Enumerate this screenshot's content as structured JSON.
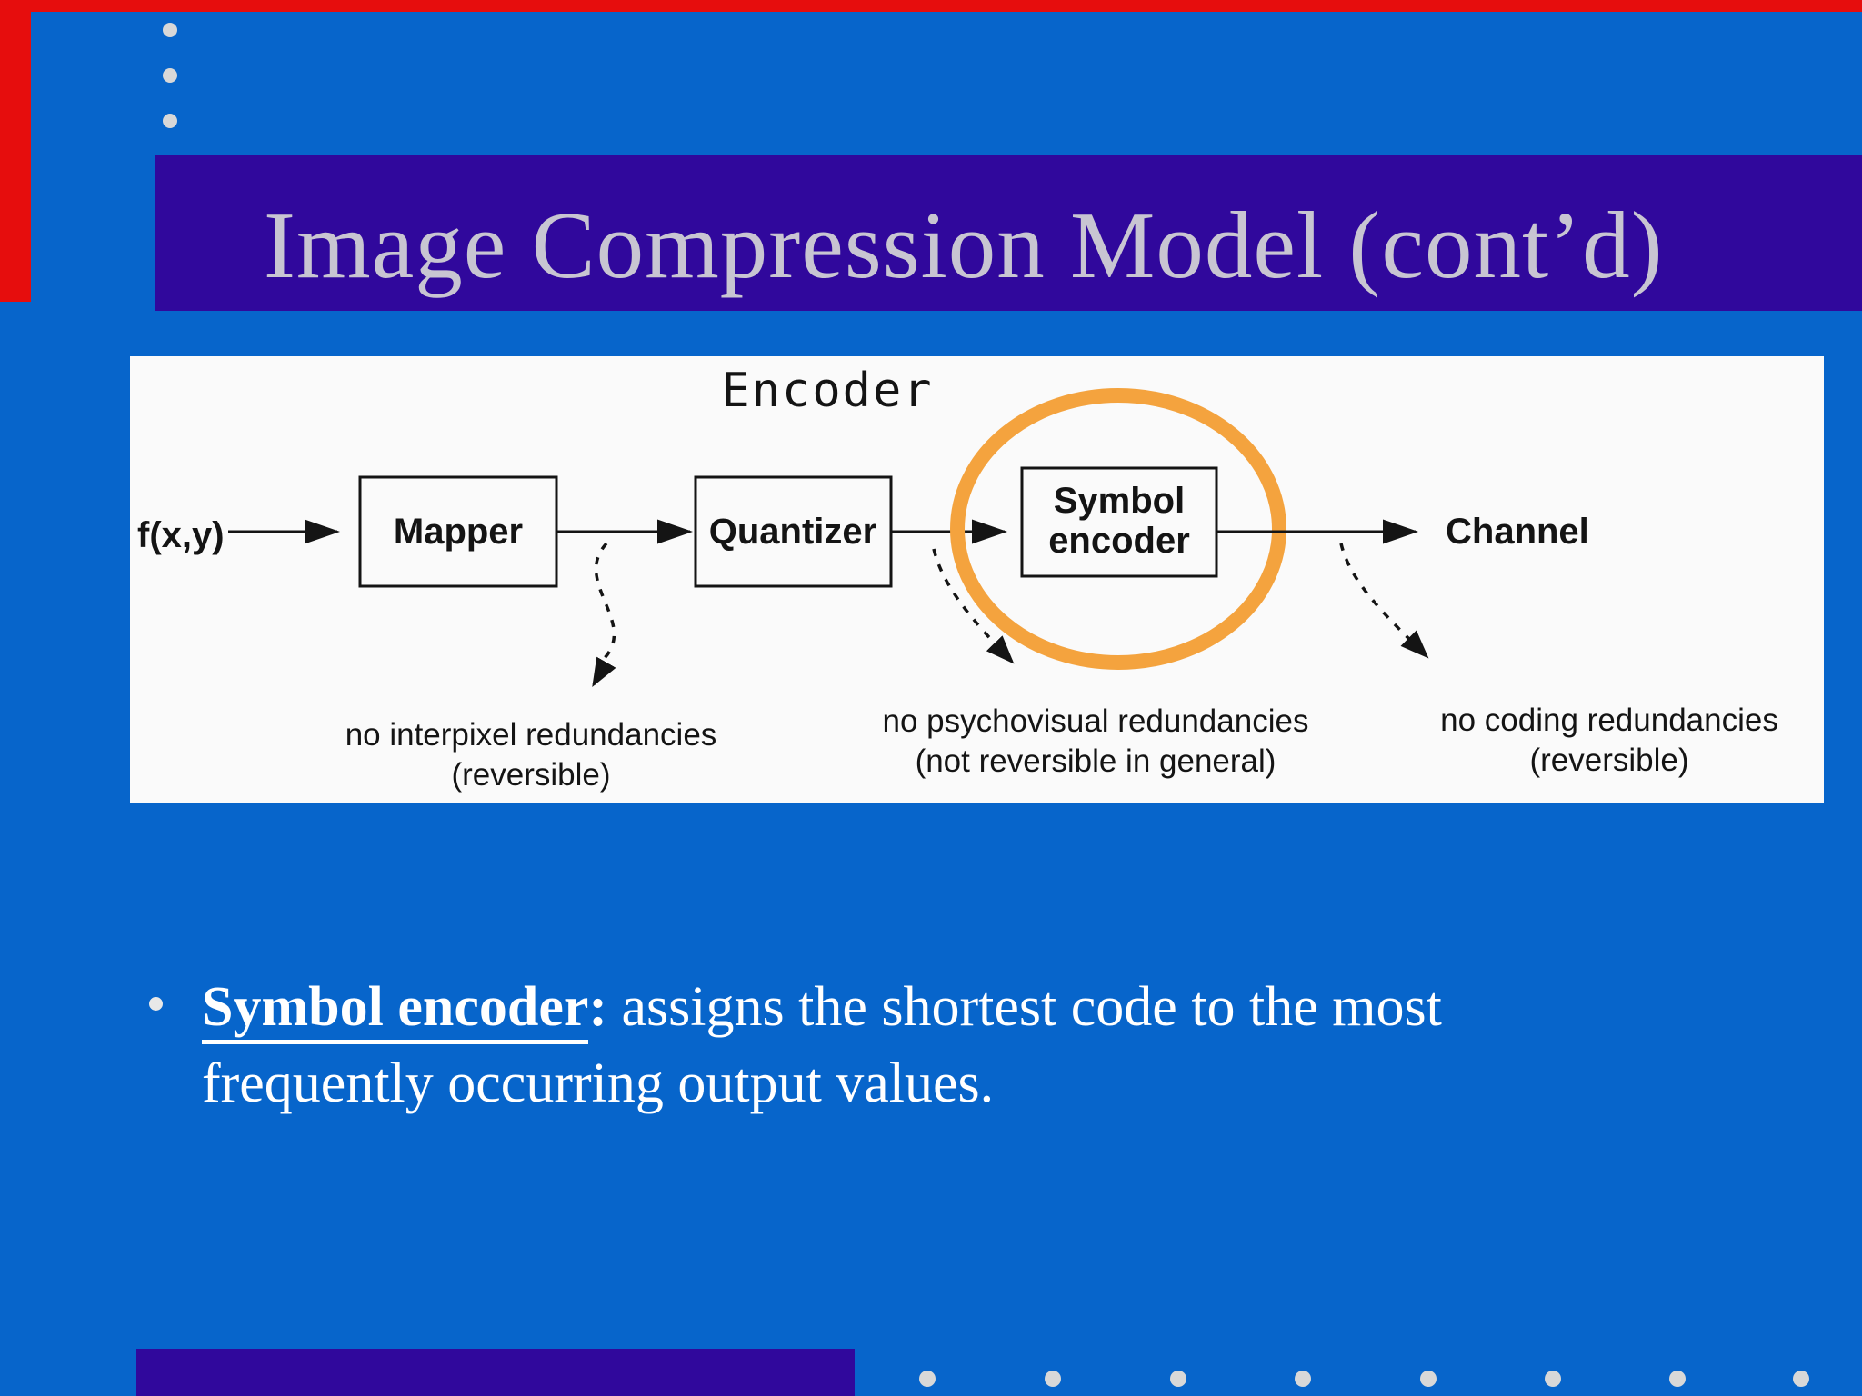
{
  "slide": {
    "title": "Image Compression Model (cont’d)"
  },
  "diagram": {
    "heading": "Encoder",
    "input_label": "f(x,y)",
    "blocks": {
      "mapper": "Mapper",
      "quantizer": "Quantizer"
    },
    "symbol_block": {
      "line1": "Symbol",
      "line2": "encoder"
    },
    "output_label": "Channel",
    "notes": [
      {
        "line1": "no interpixel redundancies",
        "line2": "(reversible)"
      },
      {
        "line1": "no psychovisual redundancies",
        "line2": "(not reversible in general)"
      },
      {
        "line1": "no coding redundancies",
        "line2": "(reversible)"
      }
    ]
  },
  "bullet": {
    "marker": "•",
    "lead": "Symbol encoder",
    "colon": ":",
    "rest": " assigns the shortest code to the most frequently occurring output values."
  },
  "colors": {
    "background": "#0765cb",
    "title_bar": "#30089c",
    "title_text": "#c8c5d2",
    "accent_red": "#e60d0d",
    "panel": "#fafafa",
    "diagram_ink": "#141414",
    "highlight_circle_orange": "#f4a33e",
    "body_text": "#ffffff",
    "dot_gray": "#d8d8d8"
  }
}
